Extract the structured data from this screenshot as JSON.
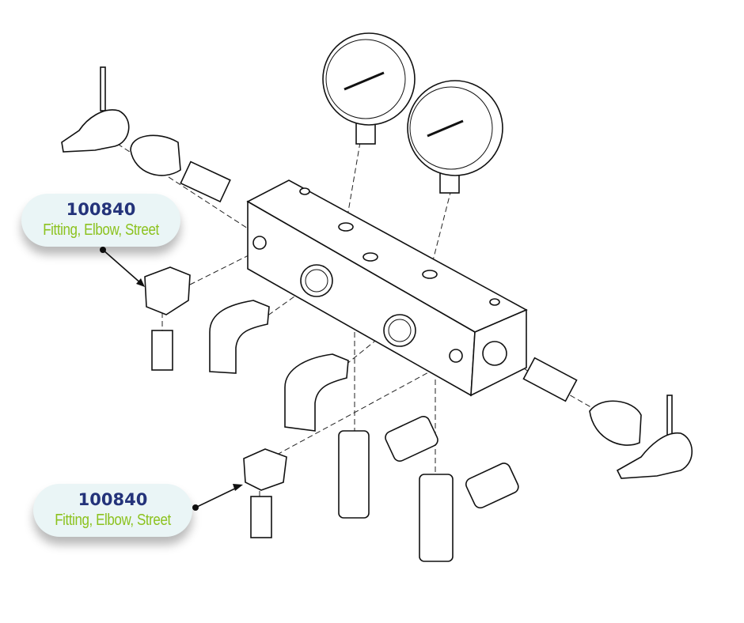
{
  "callouts": [
    {
      "part_number": "100840",
      "description": "Fitting, Elbow, Street"
    },
    {
      "part_number": "100840",
      "description": "Fitting, Elbow, Street"
    }
  ],
  "colors": {
    "part_number": "#24337a",
    "description": "#8cc21f",
    "callout_bg": "#eaf5f6"
  }
}
